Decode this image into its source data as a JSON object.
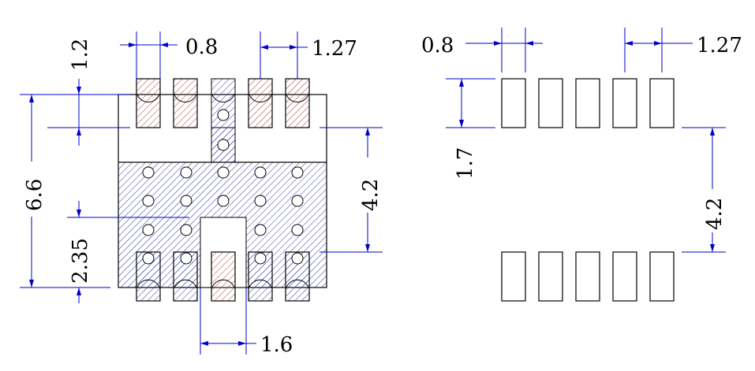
{
  "dimensions": {
    "pad_pitch": "0.8",
    "pitch_1_27_left": "1.27",
    "pad_length": "1.2",
    "body_height": "6.6",
    "inner_gap": "4.2",
    "center_offset": "2.35",
    "center_pad_width": "1.6",
    "fp_pad_width": "0.8",
    "fp_pitch": "1.27",
    "fp_pad_height": "1.7",
    "fp_row_gap": "4.2"
  },
  "colors": {
    "dim_blue": "#0000cc",
    "hatch_blue": "#3333aa",
    "hatch_red": "#aa3333",
    "line": "#000000"
  }
}
